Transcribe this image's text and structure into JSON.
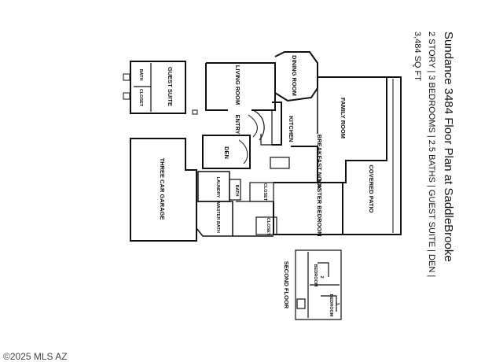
{
  "title": "Sundance 3484 Floor Plan at SaddleBrooke",
  "details": "2 STORY  |  3 BEDROOMS  |  2.5 BATHS  |  GUEST SUITE  |  DEN  |",
  "area": "3,484 SQ FT",
  "rooms": {
    "guest_suite": "GUEST SUITE",
    "bath": "BATH",
    "closet": "CLOSET",
    "living_room": "LIVING ROOM",
    "dining_room": "DINING ROOM",
    "family_room": "FAMILY ROOM",
    "entry": "ENTRY",
    "kitchen": "KITCHEN",
    "den": "DEN",
    "breakfast_nook": "BREAKFAST NOOK",
    "covered_patio": "COVERED PATIO",
    "three_car_garage": "THREE CAR GARAGE",
    "laundry": "LAUNDRY",
    "master_bath": "MASTER BATH",
    "master_bedroom": "MASTER BEDROOM",
    "second_floor": "SECOND FLOOR",
    "bedroom_2": "BEDROOM",
    "bedroom_3": "BEDROOM",
    "num_2": "2",
    "num_3": "3"
  },
  "copyright": "©2025 MLS AZ"
}
